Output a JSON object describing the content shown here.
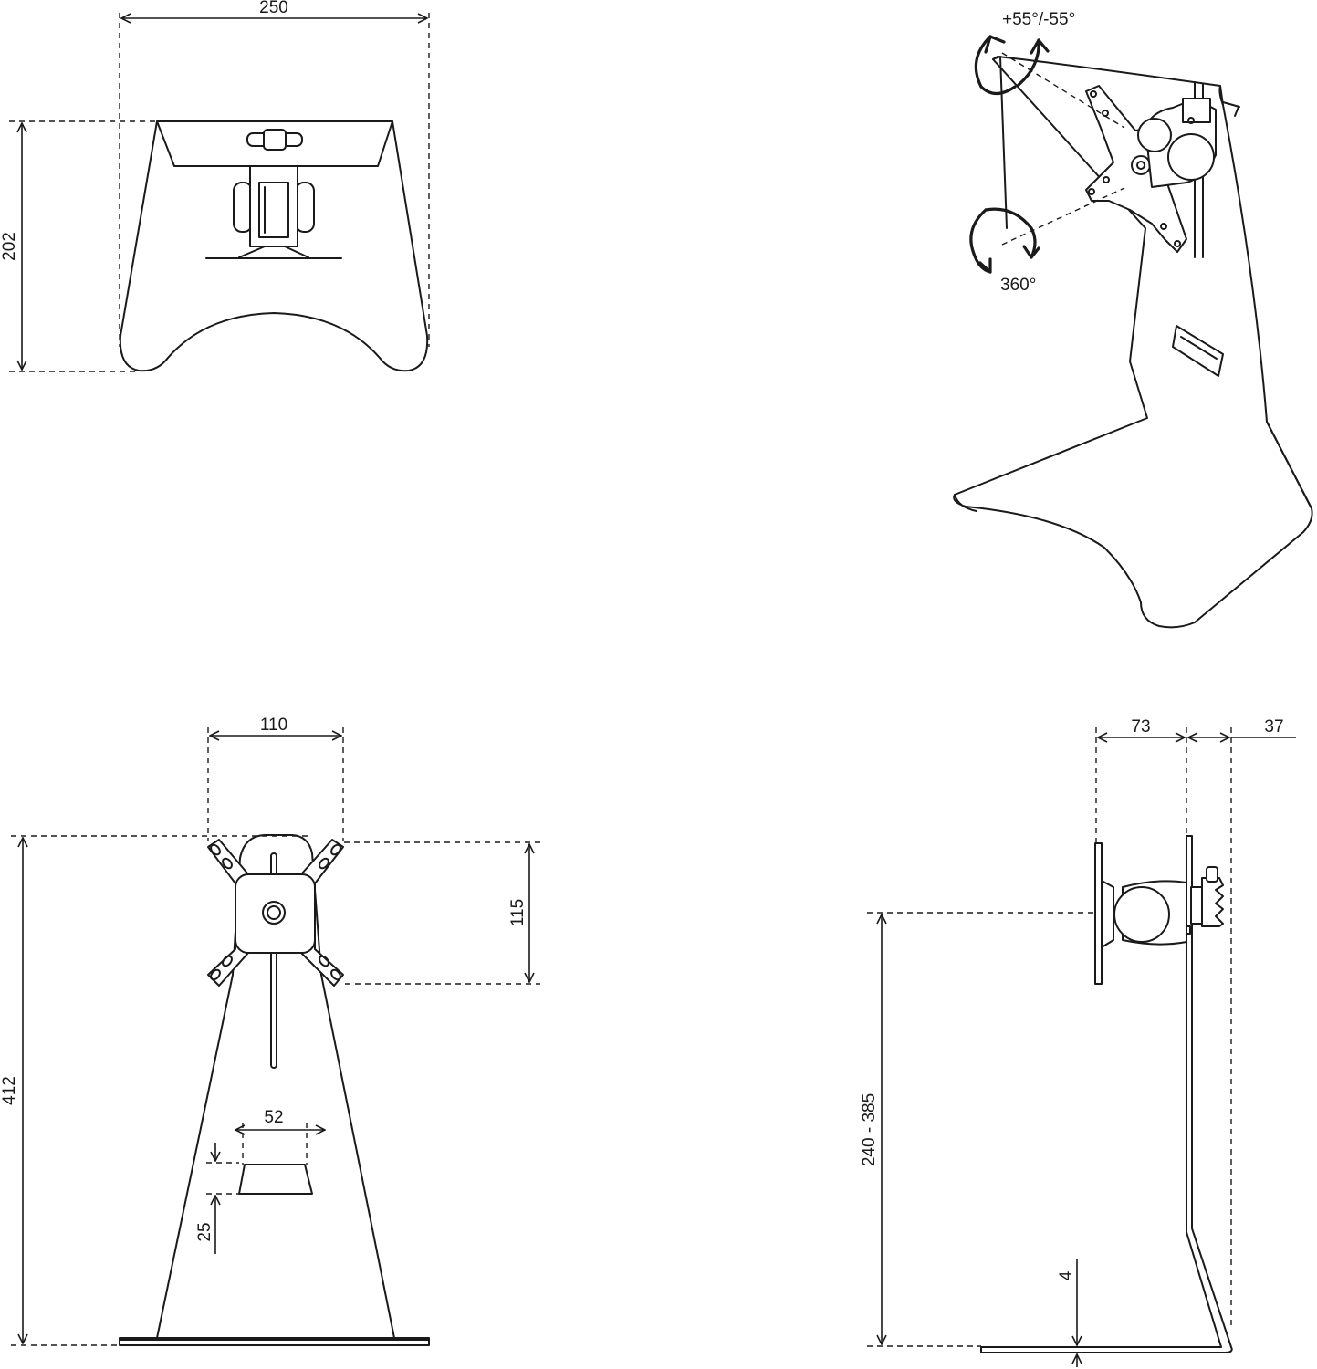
{
  "views": {
    "top_view": {
      "width_label": "250",
      "depth_label": "202"
    },
    "perspective_view": {
      "tilt_label": "+55°/-55°",
      "rotation_label": "360°"
    },
    "front_view": {
      "vesa_label": "110",
      "plate_height_label": "115",
      "total_height_label": "412",
      "slot_width_label": "52",
      "slot_height_label": "25"
    },
    "side_view": {
      "arm_depth_label": "73",
      "knob_depth_label": "37",
      "height_range_label": "240 - 385",
      "base_thickness_label": "4"
    }
  }
}
